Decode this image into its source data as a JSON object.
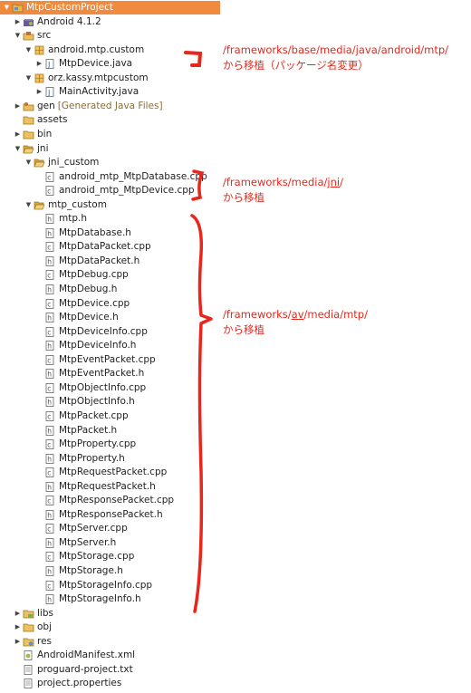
{
  "tree": [
    {
      "label": "MtpCustomProject",
      "depth": 0,
      "expander": "open",
      "icon": "project-icon",
      "selected": true
    },
    {
      "label": "Android 4.1.2",
      "depth": 1,
      "expander": "closed",
      "icon": "android-library-icon"
    },
    {
      "label": "src",
      "depth": 1,
      "expander": "open",
      "icon": "source-folder-icon"
    },
    {
      "label": "android.mtp.custom",
      "depth": 2,
      "expander": "open",
      "icon": "package-icon"
    },
    {
      "label": "MtpDevice.java",
      "depth": 3,
      "expander": "closed",
      "icon": "java-file-icon"
    },
    {
      "label": "orz.kassy.mtpcustom",
      "depth": 2,
      "expander": "open",
      "icon": "package-icon"
    },
    {
      "label": "MainActivity.java",
      "depth": 3,
      "expander": "closed",
      "icon": "java-file-icon"
    },
    {
      "label": "gen",
      "depth": 1,
      "expander": "closed",
      "icon": "gen-folder-icon",
      "tag": "[Generated Java Files]"
    },
    {
      "label": "assets",
      "depth": 1,
      "expander": "none",
      "icon": "folder-icon"
    },
    {
      "label": "bin",
      "depth": 1,
      "expander": "closed",
      "icon": "folder-icon"
    },
    {
      "label": "jni",
      "depth": 1,
      "expander": "open",
      "icon": "folder-open-icon"
    },
    {
      "label": "jni_custom",
      "depth": 2,
      "expander": "open",
      "icon": "folder-open-icon"
    },
    {
      "label": "android_mtp_MtpDatabase.cpp",
      "depth": 3,
      "expander": "none",
      "icon": "cpp-file-icon"
    },
    {
      "label": "android_mtp_MtpDevice.cpp",
      "depth": 3,
      "expander": "none",
      "icon": "cpp-file-icon"
    },
    {
      "label": "mtp_custom",
      "depth": 2,
      "expander": "open",
      "icon": "folder-open-icon"
    },
    {
      "label": "mtp.h",
      "depth": 3,
      "expander": "none",
      "icon": "h-file-icon"
    },
    {
      "label": "MtpDatabase.h",
      "depth": 3,
      "expander": "none",
      "icon": "h-file-icon"
    },
    {
      "label": "MtpDataPacket.cpp",
      "depth": 3,
      "expander": "none",
      "icon": "cpp-file-icon"
    },
    {
      "label": "MtpDataPacket.h",
      "depth": 3,
      "expander": "none",
      "icon": "h-file-icon"
    },
    {
      "label": "MtpDebug.cpp",
      "depth": 3,
      "expander": "none",
      "icon": "cpp-file-icon"
    },
    {
      "label": "MtpDebug.h",
      "depth": 3,
      "expander": "none",
      "icon": "h-file-icon"
    },
    {
      "label": "MtpDevice.cpp",
      "depth": 3,
      "expander": "none",
      "icon": "cpp-file-icon"
    },
    {
      "label": "MtpDevice.h",
      "depth": 3,
      "expander": "none",
      "icon": "h-file-icon"
    },
    {
      "label": "MtpDeviceInfo.cpp",
      "depth": 3,
      "expander": "none",
      "icon": "cpp-file-icon"
    },
    {
      "label": "MtpDeviceInfo.h",
      "depth": 3,
      "expander": "none",
      "icon": "h-file-icon"
    },
    {
      "label": "MtpEventPacket.cpp",
      "depth": 3,
      "expander": "none",
      "icon": "cpp-file-icon"
    },
    {
      "label": "MtpEventPacket.h",
      "depth": 3,
      "expander": "none",
      "icon": "h-file-icon"
    },
    {
      "label": "MtpObjectInfo.cpp",
      "depth": 3,
      "expander": "none",
      "icon": "cpp-file-icon"
    },
    {
      "label": "MtpObjectInfo.h",
      "depth": 3,
      "expander": "none",
      "icon": "h-file-icon"
    },
    {
      "label": "MtpPacket.cpp",
      "depth": 3,
      "expander": "none",
      "icon": "cpp-file-icon"
    },
    {
      "label": "MtpPacket.h",
      "depth": 3,
      "expander": "none",
      "icon": "h-file-icon"
    },
    {
      "label": "MtpProperty.cpp",
      "depth": 3,
      "expander": "none",
      "icon": "cpp-file-icon"
    },
    {
      "label": "MtpProperty.h",
      "depth": 3,
      "expander": "none",
      "icon": "h-file-icon"
    },
    {
      "label": "MtpRequestPacket.cpp",
      "depth": 3,
      "expander": "none",
      "icon": "cpp-file-icon"
    },
    {
      "label": "MtpRequestPacket.h",
      "depth": 3,
      "expander": "none",
      "icon": "h-file-icon"
    },
    {
      "label": "MtpResponsePacket.cpp",
      "depth": 3,
      "expander": "none",
      "icon": "cpp-file-icon"
    },
    {
      "label": "MtpResponsePacket.h",
      "depth": 3,
      "expander": "none",
      "icon": "h-file-icon"
    },
    {
      "label": "MtpServer.cpp",
      "depth": 3,
      "expander": "none",
      "icon": "cpp-file-icon"
    },
    {
      "label": "MtpServer.h",
      "depth": 3,
      "expander": "none",
      "icon": "h-file-icon"
    },
    {
      "label": "MtpStorage.cpp",
      "depth": 3,
      "expander": "none",
      "icon": "cpp-file-icon"
    },
    {
      "label": "MtpStorage.h",
      "depth": 3,
      "expander": "none",
      "icon": "h-file-icon"
    },
    {
      "label": "MtpStorageInfo.cpp",
      "depth": 3,
      "expander": "none",
      "icon": "cpp-file-icon"
    },
    {
      "label": "MtpStorageInfo.h",
      "depth": 3,
      "expander": "none",
      "icon": "h-file-icon"
    },
    {
      "label": "libs",
      "depth": 1,
      "expander": "closed",
      "icon": "libs-folder-icon"
    },
    {
      "label": "obj",
      "depth": 1,
      "expander": "closed",
      "icon": "folder-icon"
    },
    {
      "label": "res",
      "depth": 1,
      "expander": "closed",
      "icon": "res-folder-icon"
    },
    {
      "label": "AndroidManifest.xml",
      "depth": 1,
      "expander": "none",
      "icon": "xml-file-icon"
    },
    {
      "label": "proguard-project.txt",
      "depth": 1,
      "expander": "none",
      "icon": "text-file-icon"
    },
    {
      "label": "project.properties",
      "depth": 1,
      "expander": "none",
      "icon": "text-file-icon"
    }
  ],
  "annotations": {
    "note1": {
      "line1": "/frameworks/base/media/java/android/mtp/",
      "line2": "から移植（パッケージ名変更）"
    },
    "note2": {
      "line1_a": "/frameworks/media/",
      "line1_b": "jni",
      "line1_c": "/",
      "line2": "から移植"
    },
    "note3": {
      "line1_a": "/frameworks/",
      "line1_b": "av",
      "line1_c": "/media/mtp/",
      "line2": "から移植"
    }
  },
  "colors": {
    "selection": "#f08a3e",
    "annotation": "#e8261c"
  }
}
